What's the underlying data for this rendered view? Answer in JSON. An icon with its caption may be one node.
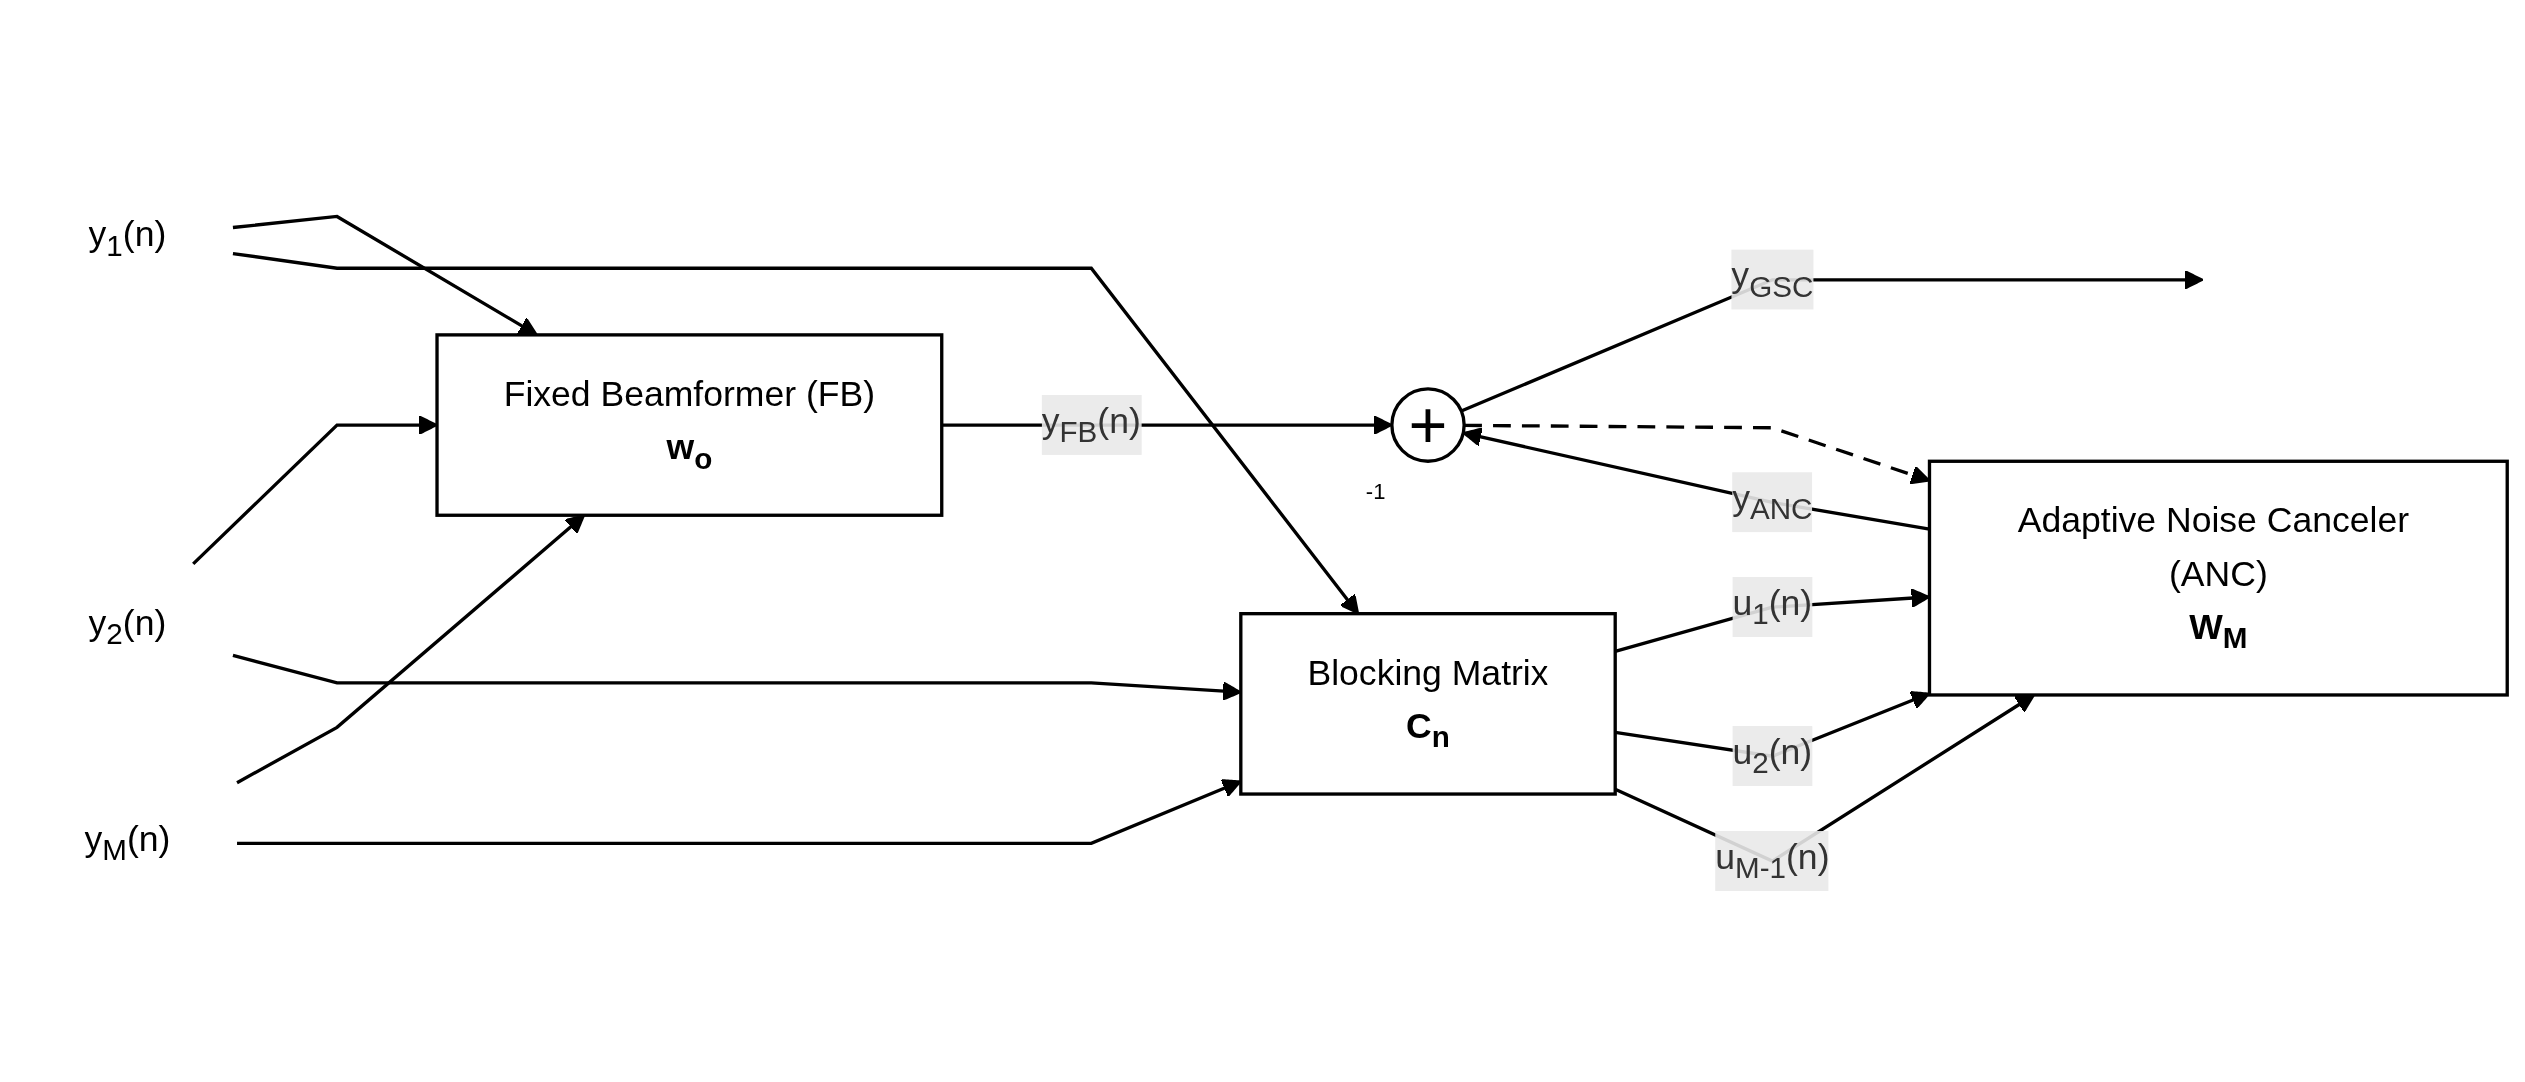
{
  "diagram": {
    "nodes": [
      {
        "text": [
          "y$_{1}$(n)"
        ]
      },
      {
        "text": [
          "y$_{2}$(n)"
        ]
      },
      {
        "text": [
          "y$_{M}$(n)"
        ]
      },
      {
        "text": [
          "Fixed Beamformer (FB)",
          "w$_{o}$"
        ]
      },
      {
        "text": [
          "Blocking Matrix",
          "C$_{n}$"
        ]
      },
      {
        "text": [
          "Adaptive Noise Canceler (ANC)",
          "W$_{M}$"
        ]
      },
      {
        "text": [
          "+"
        ],
        "beside": [
          "-1"
        ]
      }
    ],
    "edges": [
      {
        "from": 0,
        "to": 3,
        "arrow": "to"
      },
      {
        "from": 1,
        "to": 3,
        "arrow": "to"
      },
      {
        "from": 2,
        "to": 3,
        "arrow": "to"
      },
      {
        "from": 0,
        "to": 4,
        "arrow": "to"
      },
      {
        "from": 1,
        "to": 4,
        "arrow": "to"
      },
      {
        "from": 2,
        "to": 4,
        "arrow": "to"
      },
      {
        "from": 3,
        "to": 6,
        "arrow": "to",
        "label": "y$_{FB}$(n)"
      },
      {
        "from": 4,
        "to": 5,
        "arrow": "to",
        "label": "u$_{1}$(n)"
      },
      {
        "from": 4,
        "to": 5,
        "arrow": "to",
        "label": "u$_{2}$(n)"
      },
      {
        "from": 4,
        "to": 5,
        "arrow": "to",
        "label": "u$_{M-1}$(n)"
      },
      {
        "from": 5,
        "to": 6,
        "arrow": "to",
        "label": "y$_{ANC}$"
      },
      {
        "from": 6,
        "to": null,
        "arrow": "to",
        "label": "y$_{GSC}$"
      },
      {
        "from": 6,
        "to": 5,
        "arrow": "to",
        "style": "dashed"
      }
    ]
  }
}
